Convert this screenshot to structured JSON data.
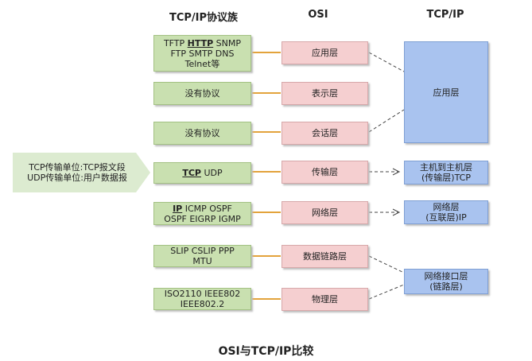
{
  "headers": {
    "suite": "TCP/IP协议族",
    "osi": "OSI",
    "tcpip": "TCP/IP"
  },
  "transmission_units": {
    "tcp": "TCP传输单位:TCP报文段",
    "udp": "UDP传输单位:用户数据报"
  },
  "protocols": {
    "application": {
      "pre": "TFTP ",
      "bold": "HTTP",
      "post": " SNMP",
      "line2": "FTP SMTP DNS",
      "line3": "Telnet等"
    },
    "presentation": "没有协议",
    "session": "没有协议",
    "transport": {
      "bold": "TCP",
      "rest": " UDP"
    },
    "network": {
      "bold": "IP",
      "rest": " ICMP OSPF",
      "line2": "OSPF EIGRP IGMP"
    },
    "datalink": {
      "line1": "SLIP CSLIP PPP",
      "line2": "MTU"
    },
    "physical": {
      "line1": "ISO2110 IEEE802",
      "line2": "IEEE802.2"
    }
  },
  "osi_layers": {
    "application": "应用层",
    "presentation": "表示层",
    "session": "会话层",
    "transport": "传输层",
    "network": "网络层",
    "datalink": "数据链路层",
    "physical": "物理层"
  },
  "tcpip_layers": {
    "application": "应用层",
    "transport": {
      "line1": "主机到主机层",
      "line2": "(传输层)TCP"
    },
    "internet": {
      "line1": "网络层",
      "line2": "(互联层)IP"
    },
    "link": {
      "line1": "网络接口层",
      "line2": "(链路层)"
    }
  },
  "caption": "OSI与TCP/IP比较",
  "colors": {
    "protocol_fill": "#c9e0b0",
    "osi_fill": "#f5cfd0",
    "tcpip_fill": "#a9c3ef",
    "connector": "#e3a33c",
    "unit_arrow": "#dcebd0"
  }
}
